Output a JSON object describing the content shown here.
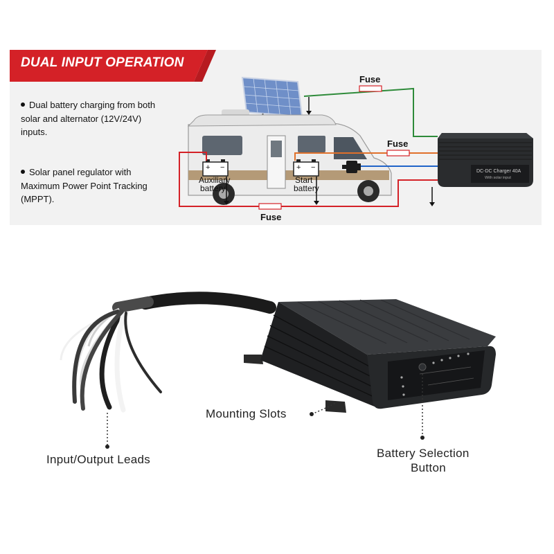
{
  "header": {
    "title": "DUAL INPUT OPERATION"
  },
  "bullets": [
    "Dual battery charging from both solar and alternator (12V/24V) inputs.",
    "Solar panel regulator with Maximum Power Point Tracking (MPPT)."
  ],
  "diagram": {
    "fuse_labels": [
      "Fuse",
      "Fuse",
      "Fuse"
    ],
    "aux_battery": [
      "Auxiliary",
      "battery"
    ],
    "start_battery": [
      "Start",
      "battery"
    ],
    "charger_label": "DC-DC Charger 40A",
    "charger_sublabel": "With solar input",
    "colors": {
      "red": "#d42127",
      "green": "#2e8b3a",
      "orange": "#e0702a",
      "blue": "#1f63c8",
      "banner": "#d42127"
    }
  },
  "product": {
    "callouts": {
      "mounting_slots": "Mounting Slots",
      "leads": "Input/Output Leads",
      "battery_button": [
        "Battery Selection",
        "Button"
      ]
    }
  }
}
